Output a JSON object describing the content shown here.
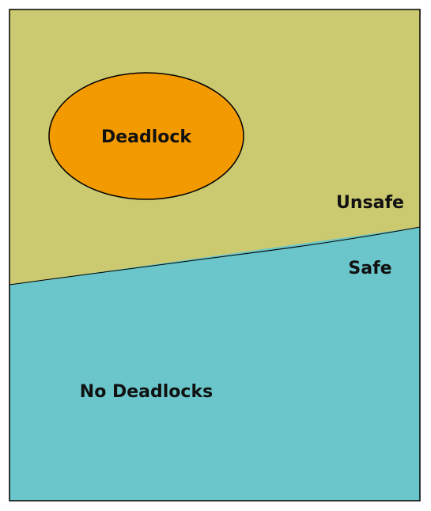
{
  "regions": {
    "deadlock": {
      "label": "Deadlock"
    },
    "unsafe": {
      "label": "Unsafe"
    },
    "safe": {
      "label": "Safe"
    },
    "no_deadlocks": {
      "label": "No Deadlocks"
    }
  },
  "colors": {
    "unsafe_fill": "#CBCA70",
    "safe_fill": "#6AC6CA",
    "deadlock_fill": "#F39A00",
    "outline": "#000000",
    "background": "#FFFFFF"
  }
}
